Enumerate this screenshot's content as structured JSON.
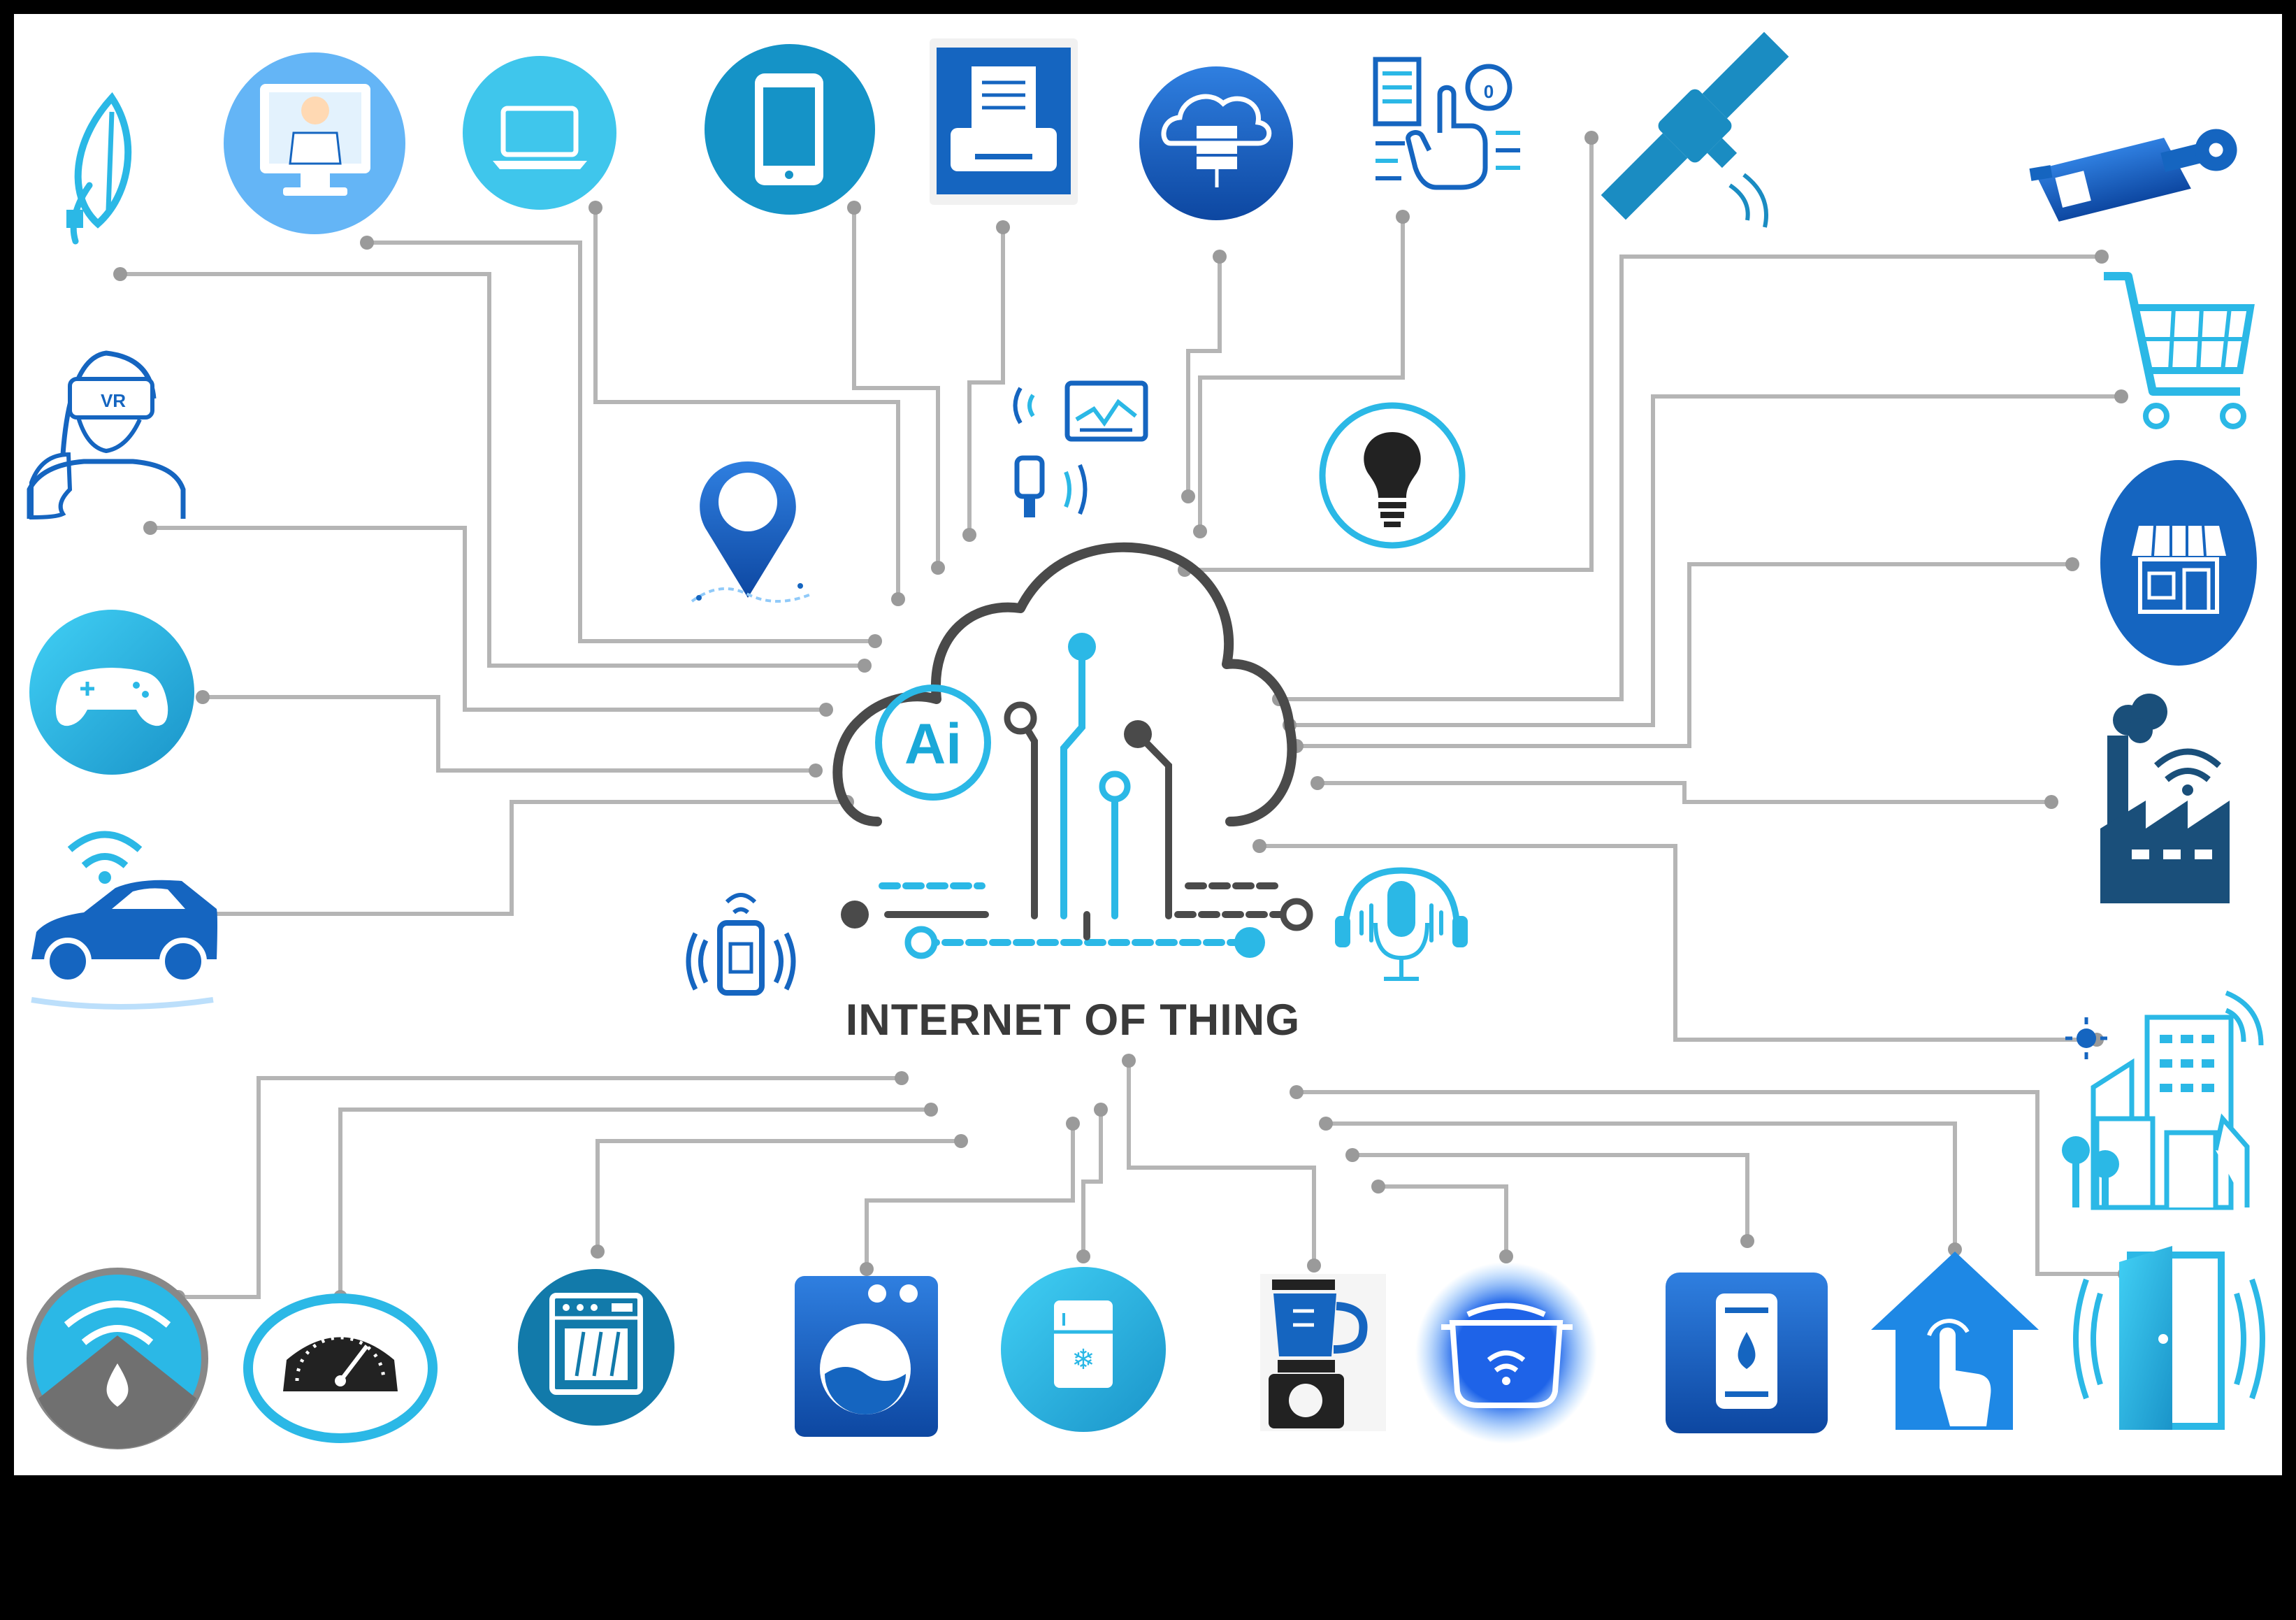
{
  "diagram": {
    "title": "INTERNET OF THING",
    "hub_label": "Ai",
    "vr_label": "VR"
  },
  "icons": [
    "leaf-plug-icon",
    "telemedicine-doctor-icon",
    "laptop-icon",
    "smartphone-icon",
    "printer-icon",
    "cloud-server-icon",
    "smart-interface-icon",
    "satellite-icon",
    "security-camera-icon",
    "shopping-cart-icon",
    "store-icon",
    "factory-wifi-icon",
    "smart-city-icon",
    "smart-door-icon",
    "smart-home-touch-icon",
    "smart-fuel-tank-icon",
    "smart-cooker-icon",
    "blender-icon",
    "smart-fridge-icon",
    "washing-machine-icon",
    "smart-oven-icon",
    "gauge-icon",
    "smart-water-icon",
    "connected-car-icon",
    "gamepad-icon",
    "vr-headset-icon",
    "location-pin-icon",
    "sensor-monitor-icon",
    "light-bulb-icon",
    "smart-remote-icon",
    "microphone-headphones-icon"
  ],
  "colors": {
    "accent_cyan": "#2bb8e6",
    "accent_blue": "#1565c0",
    "deep_blue": "#0d47a1",
    "line_gray": "#b5b5b5",
    "hub_gray": "#4a4a4a"
  }
}
